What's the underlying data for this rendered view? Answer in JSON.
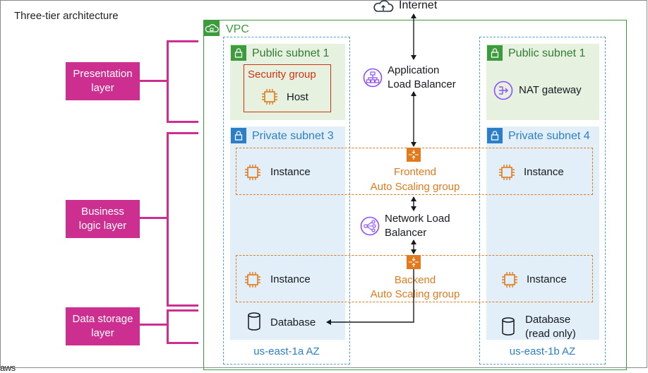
{
  "title": "Three-tier architecture",
  "footer_logo": "aws",
  "internet": {
    "label": "Internet"
  },
  "layers": [
    {
      "label": "Presentation layer"
    },
    {
      "label": "Business logic layer"
    },
    {
      "label": "Data storage layer"
    }
  ],
  "vpc": {
    "label": "VPC"
  },
  "az_left": {
    "label": "us-east-1a AZ",
    "public_subnet": "Public subnet 1",
    "security_group": "Security group",
    "host": "Host",
    "private_subnet": "Private subnet 3",
    "frontend_instance": "Instance",
    "backend_instance": "Instance",
    "database": "Database"
  },
  "az_right": {
    "label": "us-east-1b AZ",
    "public_subnet": "Public subnet 1",
    "nat_gateway": "NAT gateway",
    "private_subnet": "Private subnet 4",
    "frontend_instance": "Instance",
    "backend_instance": "Instance",
    "database_line1": "Database",
    "database_line2": "(read only)"
  },
  "alb": {
    "line1": "Application",
    "line2": "Load Balancer"
  },
  "nlb": {
    "line1": "Network Load",
    "line2": "Balancer"
  },
  "frontend_asg": {
    "line1": "Frontend",
    "line2": "Auto Scaling group"
  },
  "backend_asg": {
    "line1": "Backend",
    "line2": "Auto Scaling group"
  },
  "colors": {
    "layer": "#cc2f8f",
    "vpc": "#3c9b3c",
    "az": "#4d9fd8",
    "security_group": "#d13212",
    "asg": "#e07a1c",
    "elb": "#8c4fff"
  }
}
